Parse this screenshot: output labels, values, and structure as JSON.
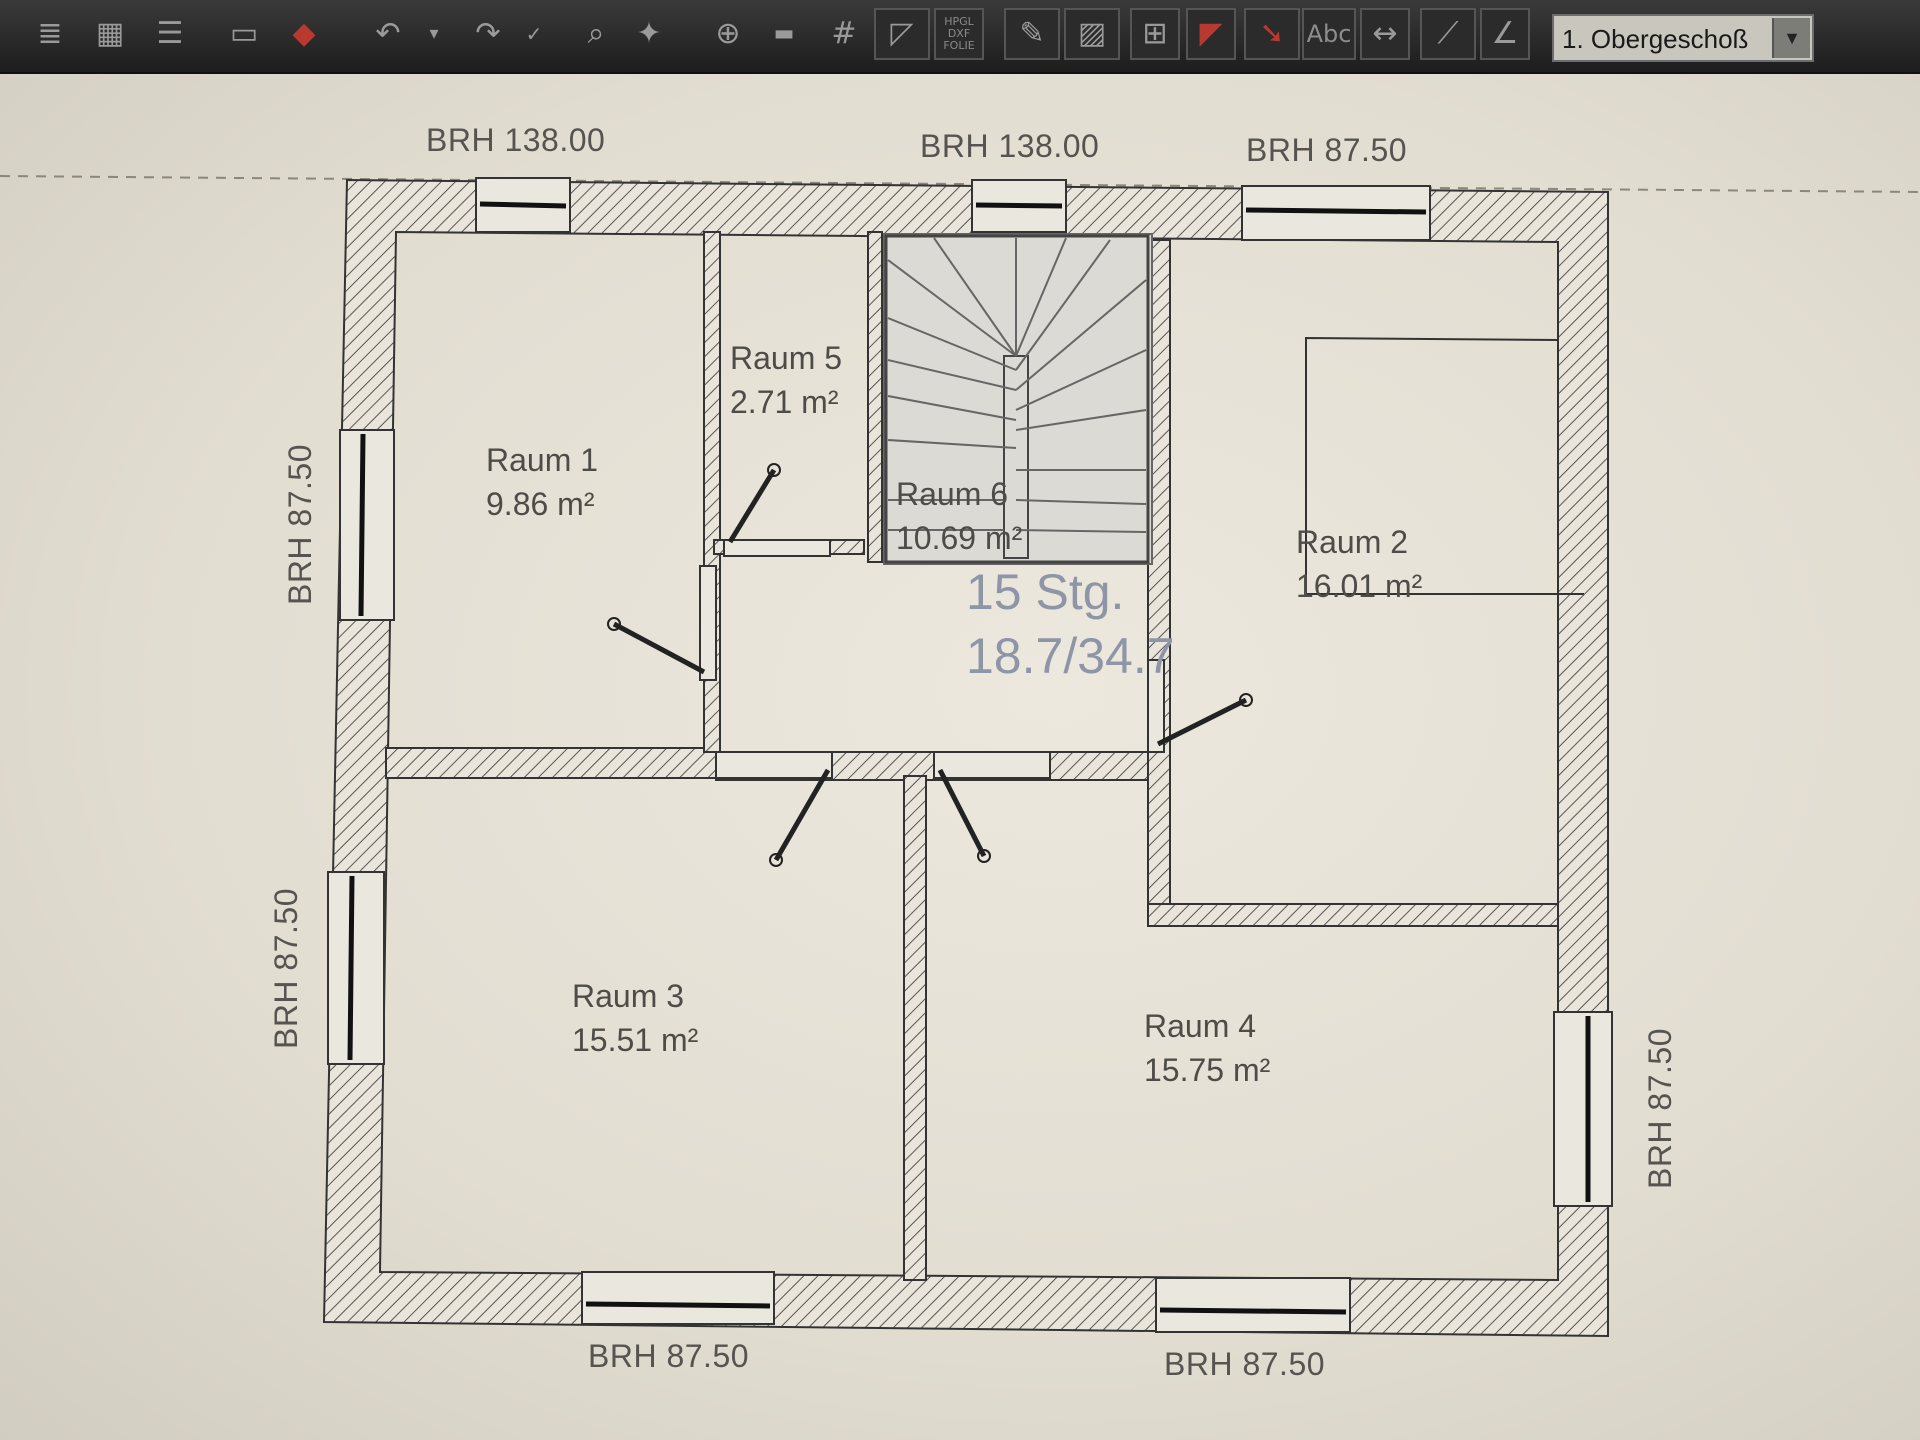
{
  "toolbar": {
    "icons": [
      "layers-icon",
      "grid-stack-icon",
      "list-icon",
      "shape-icon",
      "brush-icon",
      "undo-icon",
      "dropdown-arrow-icon",
      "redo-icon",
      "check-arrow-icon",
      "zoom-icon",
      "snap-text-icon",
      "crosshair-icon",
      "ruler-icon",
      "grid-icon",
      "wall-icon",
      "hpgl-export-icon",
      "brush-stroke-icon",
      "hatch-icon",
      "grid-select-icon",
      "corner-red-icon",
      "red-arrow-icon",
      "text-abc-icon",
      "dimension-icon",
      "diagonal-tool-icon",
      "angle-tool-icon"
    ],
    "hpgl_label": "HPGL DXF FOLIE",
    "abc_label": "Abc",
    "floor_select": {
      "value": "1. Obergeschoß"
    }
  },
  "plan": {
    "windows": [
      {
        "label": "BRH 138.00",
        "side": "top"
      },
      {
        "label": "BRH 138.00",
        "side": "top"
      },
      {
        "label": "BRH 87.50",
        "side": "top"
      },
      {
        "label": "BRH 87.50",
        "side": "left"
      },
      {
        "label": "BRH 87.50",
        "side": "left"
      },
      {
        "label": "BRH 87.50",
        "side": "right"
      },
      {
        "label": "BRH 87.50",
        "side": "bottom"
      },
      {
        "label": "BRH 87.50",
        "side": "bottom"
      }
    ],
    "rooms": [
      {
        "name": "Raum 1",
        "area": "9.86 m²"
      },
      {
        "name": "Raum 2",
        "area": "16.01 m²"
      },
      {
        "name": "Raum 3",
        "area": "15.51 m²"
      },
      {
        "name": "Raum 4",
        "area": "15.75 m²"
      },
      {
        "name": "Raum 5",
        "area": "2.71 m²"
      },
      {
        "name": "Raum 6",
        "area": "10.69 m²"
      }
    ],
    "stair": {
      "steps": "15 Stg.",
      "ratio": "18.7/34.7"
    }
  }
}
